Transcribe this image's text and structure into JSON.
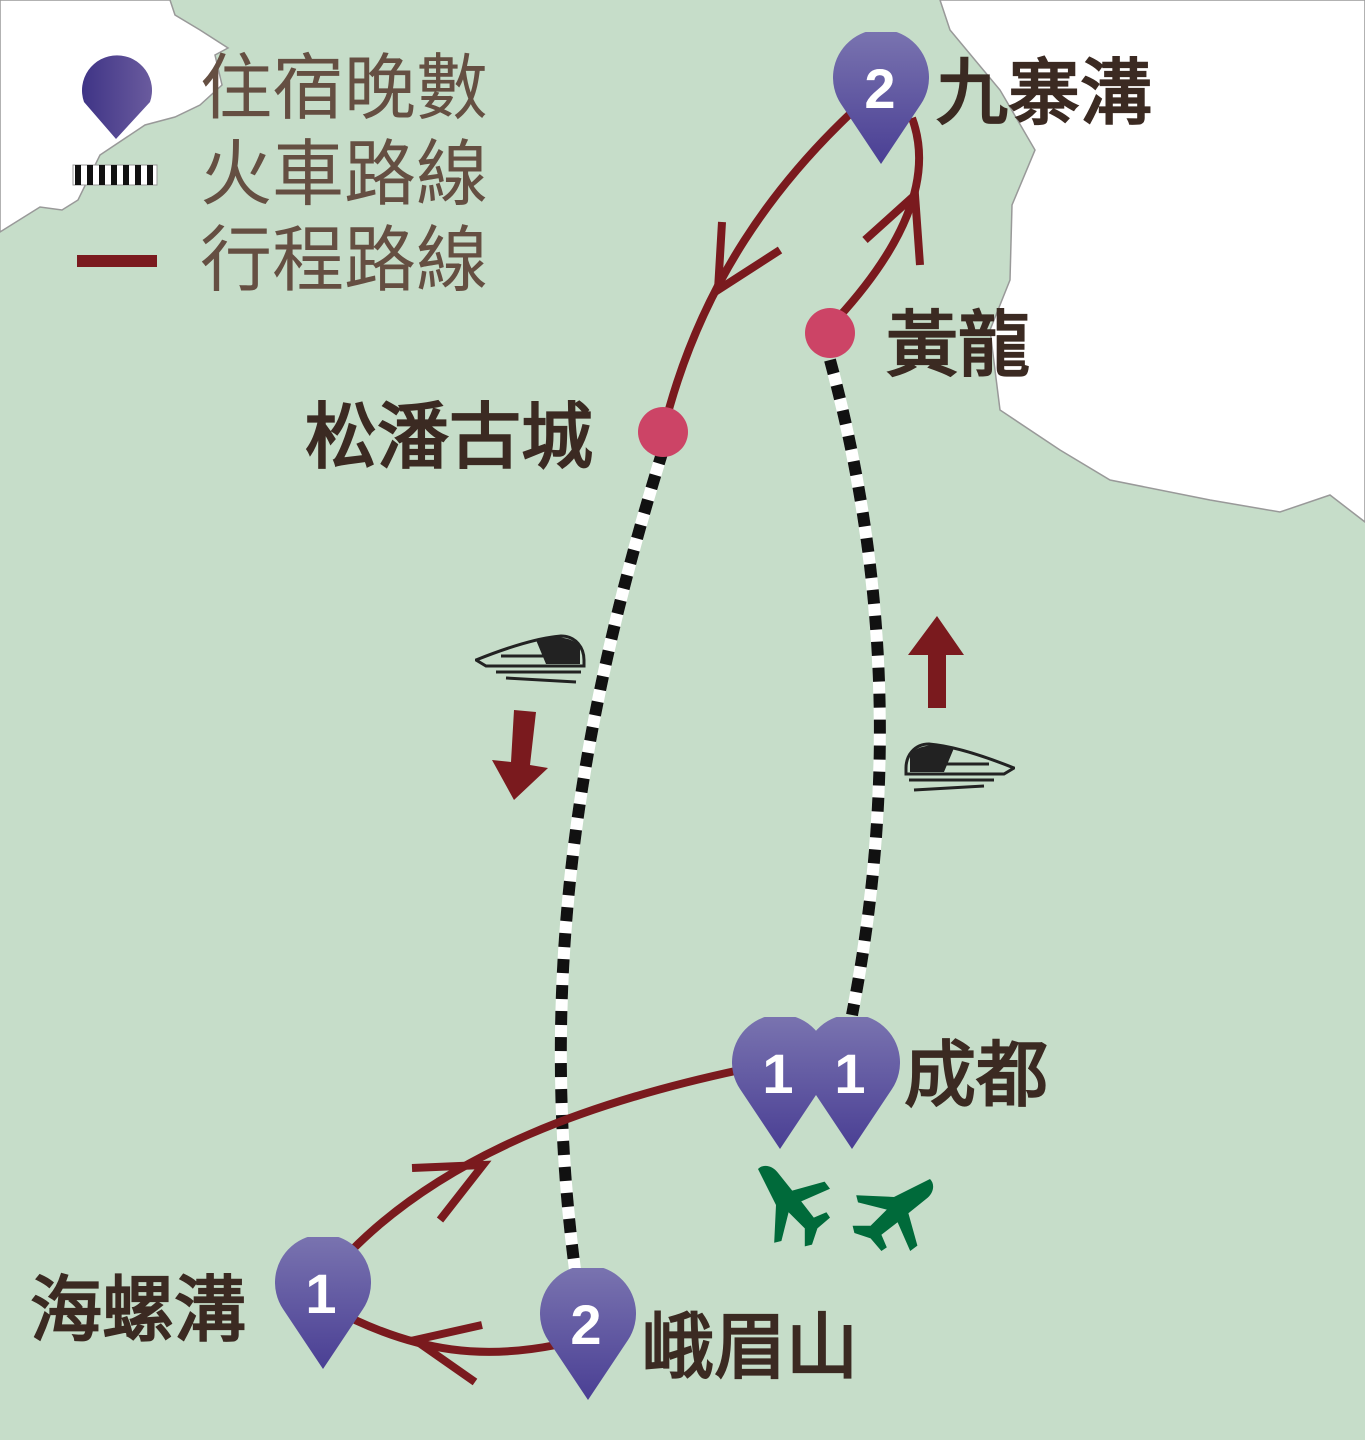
{
  "legend": {
    "pin_label": "住宿晚數",
    "train_label": "火車路線",
    "route_label": "行程路線"
  },
  "places": {
    "jiuzhaigou": {
      "name": "九寨溝",
      "nights": "2"
    },
    "huanglong": {
      "name": "黃龍"
    },
    "songpan": {
      "name": "松潘古城"
    },
    "chengdu": {
      "name": "成都",
      "nights_first": "1",
      "nights_second": "1"
    },
    "hailuogou": {
      "name": "海螺溝",
      "nights": "1"
    },
    "emeishan": {
      "name": "峨眉山",
      "nights": "2"
    }
  },
  "colors": {
    "land": "#c6ddc9",
    "route": "#7a1a1e",
    "stop_dot": "#cc4466",
    "pin_top": "#7a74b0",
    "pin_bottom": "#4a3f94",
    "plane": "#006a3a",
    "label": "#3b2a22"
  }
}
